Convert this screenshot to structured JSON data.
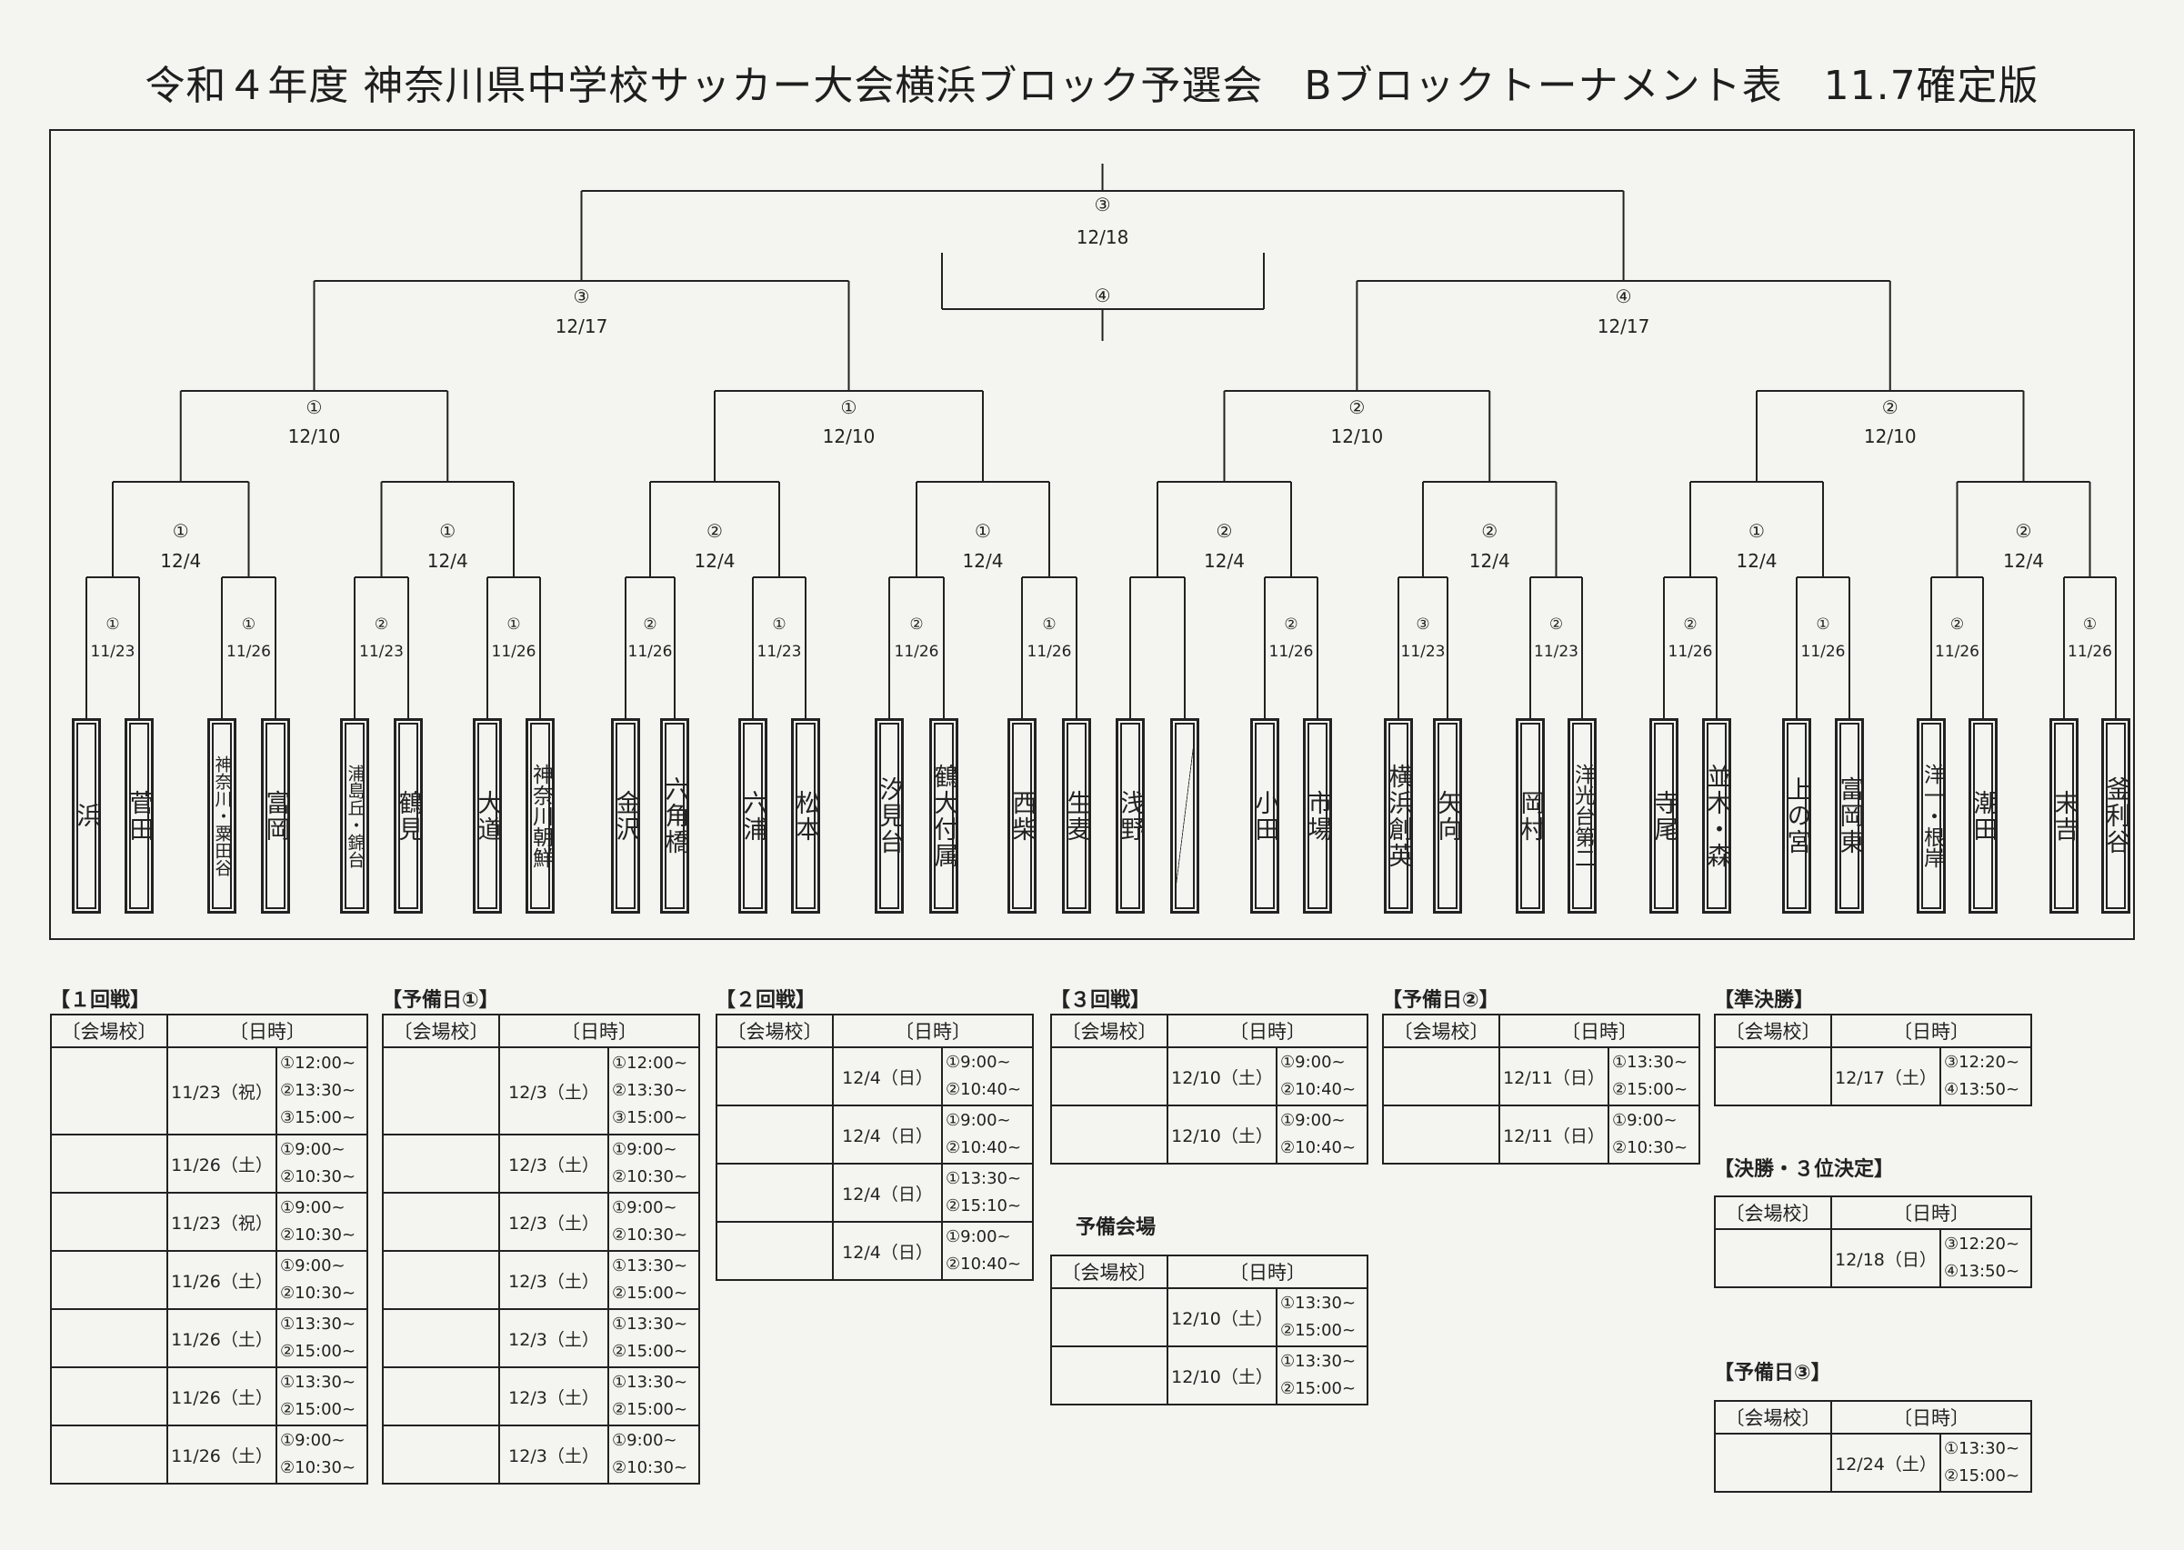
{
  "title": "令和４年度 神奈川県中学校サッカー大会横浜ブロック予選会　Bブロックトーナメント表　11.7確定版",
  "bracket": {
    "final": {
      "court": "③",
      "date": "12/18",
      "third_place_court": "④"
    },
    "semis": [
      {
        "court": "③",
        "date": "12/17"
      },
      {
        "court": "④",
        "date": "12/17"
      }
    ],
    "round3": [
      {
        "court": "①",
        "date": "12/10"
      },
      {
        "court": "①",
        "date": "12/10"
      },
      {
        "court": "②",
        "date": "12/10"
      },
      {
        "court": "②",
        "date": "12/10"
      }
    ],
    "round2": [
      {
        "court": "①",
        "date": "12/4"
      },
      {
        "court": "①",
        "date": "12/4"
      },
      {
        "court": "②",
        "date": "12/4"
      },
      {
        "court": "①",
        "date": "12/4"
      },
      {
        "court": "②",
        "date": "12/4"
      },
      {
        "court": "②",
        "date": "12/4"
      },
      {
        "court": "①",
        "date": "12/4"
      },
      {
        "court": "②",
        "date": "12/4"
      }
    ],
    "round1": [
      {
        "court": "①",
        "date": "11/23"
      },
      {
        "court": "①",
        "date": "11/26"
      },
      {
        "court": "②",
        "date": "11/23"
      },
      {
        "court": "①",
        "date": "11/26"
      },
      {
        "court": "②",
        "date": "11/26"
      },
      {
        "court": "①",
        "date": "11/23"
      },
      {
        "court": "②",
        "date": "11/26"
      },
      {
        "court": "①",
        "date": "11/26"
      },
      {
        "court": "",
        "date": ""
      },
      {
        "court": "②",
        "date": "11/26"
      },
      {
        "court": "③",
        "date": "11/23"
      },
      {
        "court": "②",
        "date": "11/23"
      },
      {
        "court": "②",
        "date": "11/26"
      },
      {
        "court": "①",
        "date": "11/26"
      },
      {
        "court": "②",
        "date": "11/26"
      },
      {
        "court": "①",
        "date": "11/26"
      }
    ]
  },
  "teams": [
    "浜",
    "菅田",
    "神奈川・粟田谷",
    "富岡",
    "浦島丘・錦台",
    "鶴見",
    "大道",
    "神奈川朝鮮",
    "金沢",
    "六角橋",
    "六浦",
    "松本",
    "汐見台",
    "鶴大付属",
    "西柴",
    "生麦",
    "浅野",
    "",
    "小田",
    "市場",
    "横浜創英",
    "矢向",
    "岡村",
    "洋光台第二",
    "寺尾",
    "並木・森",
    "上の宮",
    "富岡東",
    "洋一・根岸",
    "潮田",
    "末吉",
    "釜利谷"
  ],
  "headers": {
    "venue": "〔会場校〕",
    "datetime": "〔日時〕"
  },
  "schedule": {
    "r1": {
      "label": "【１回戦】",
      "rows": [
        {
          "date": "11/23（祝）",
          "times": [
            "①12:00~",
            "②13:30~",
            "③15:00~"
          ]
        },
        {
          "date": "11/26（土）",
          "times": [
            "①9:00~",
            "②10:30~"
          ]
        },
        {
          "date": "11/23（祝）",
          "times": [
            "①9:00~",
            "②10:30~"
          ]
        },
        {
          "date": "11/26（土）",
          "times": [
            "①9:00~",
            "②10:30~"
          ]
        },
        {
          "date": "11/26（土）",
          "times": [
            "①13:30~",
            "②15:00~"
          ]
        },
        {
          "date": "11/26（土）",
          "times": [
            "①13:30~",
            "②15:00~"
          ]
        },
        {
          "date": "11/26（土）",
          "times": [
            "①9:00~",
            "②10:30~"
          ]
        }
      ]
    },
    "sp1": {
      "label": "【予備日①】",
      "rows": [
        {
          "date": "12/3（土）",
          "times": [
            "①12:00~",
            "②13:30~",
            "③15:00~"
          ]
        },
        {
          "date": "12/3（土）",
          "times": [
            "①9:00~",
            "②10:30~"
          ]
        },
        {
          "date": "12/3（土）",
          "times": [
            "①9:00~",
            "②10:30~"
          ]
        },
        {
          "date": "12/3（土）",
          "times": [
            "①13:30~",
            "②15:00~"
          ]
        },
        {
          "date": "12/3（土）",
          "times": [
            "①13:30~",
            "②15:00~"
          ]
        },
        {
          "date": "12/3（土）",
          "times": [
            "①13:30~",
            "②15:00~"
          ]
        },
        {
          "date": "12/3（土）",
          "times": [
            "①9:00~",
            "②10:30~"
          ]
        }
      ]
    },
    "r2": {
      "label": "【２回戦】",
      "rows": [
        {
          "date": "12/4（日）",
          "times": [
            "①9:00~",
            "②10:40~"
          ]
        },
        {
          "date": "12/4（日）",
          "times": [
            "①9:00~",
            "②10:40~"
          ]
        },
        {
          "date": "12/4（日）",
          "times": [
            "①13:30~",
            "②15:10~"
          ]
        },
        {
          "date": "12/4（日）",
          "times": [
            "①9:00~",
            "②10:40~"
          ]
        }
      ]
    },
    "r3": {
      "label": "【３回戦】",
      "rows": [
        {
          "date": "12/10（土）",
          "times": [
            "①9:00~",
            "②10:40~"
          ]
        },
        {
          "date": "12/10（土）",
          "times": [
            "①9:00~",
            "②10:40~"
          ]
        }
      ]
    },
    "reserve_venue": {
      "label": "予備会場",
      "rows": [
        {
          "date": "12/10（土）",
          "times": [
            "①13:30~",
            "②15:00~"
          ]
        },
        {
          "date": "12/10（土）",
          "times": [
            "①13:30~",
            "②15:00~"
          ]
        }
      ]
    },
    "sp2": {
      "label": "【予備日②】",
      "rows": [
        {
          "date": "12/11（日）",
          "times": [
            "①13:30~",
            "②15:00~"
          ]
        },
        {
          "date": "12/11（日）",
          "times": [
            "①9:00~",
            "②10:30~"
          ]
        }
      ]
    },
    "semi": {
      "label": "【準決勝】",
      "rows": [
        {
          "date": "12/17（土）",
          "times": [
            "③12:20~",
            "④13:50~"
          ]
        }
      ]
    },
    "final": {
      "label": "【決勝・３位決定】",
      "rows": [
        {
          "date": "12/18（日）",
          "times": [
            "③12:20~",
            "④13:50~"
          ]
        }
      ]
    },
    "sp3": {
      "label": "【予備日③】",
      "rows": [
        {
          "date": "12/24（土）",
          "times": [
            "①13:30~",
            "②15:00~"
          ]
        }
      ]
    }
  }
}
